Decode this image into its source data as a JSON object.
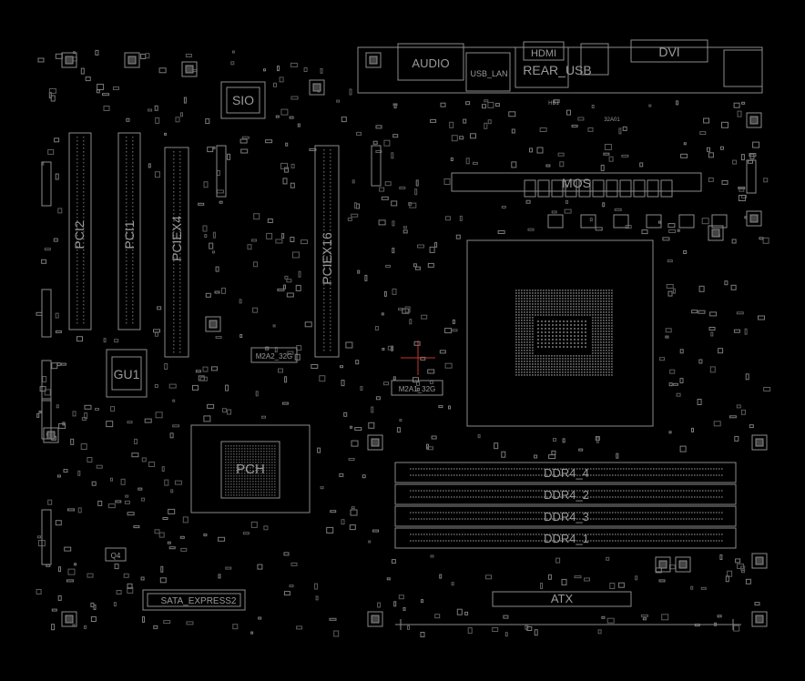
{
  "labels": {
    "audio": "AUDIO",
    "usb_lan": "USB_LAN",
    "hdmi": "HDMI",
    "rear_usb": "REAR_USB",
    "dvi": "DVI",
    "sio": "SIO",
    "gu1": "GU1",
    "pci2": "PCI2",
    "pci1": "PCI1",
    "pciex4": "PCIEX4",
    "pciex16": "PCIEX16",
    "m2a2": "M2A2_32G",
    "m2a1": "M2A1_32G",
    "pch": "PCH",
    "mos": "MOS",
    "ddr4_4": "DDR4_4",
    "ddr4_2": "DDR4_2",
    "ddr4_3": "DDR4_3",
    "ddr4_1": "DDR4_1",
    "atx": "ATX",
    "sata_express2": "SATA_EXPRESS2",
    "q4": "Q4",
    "hb1": "HB1",
    "u1": "32A01"
  }
}
